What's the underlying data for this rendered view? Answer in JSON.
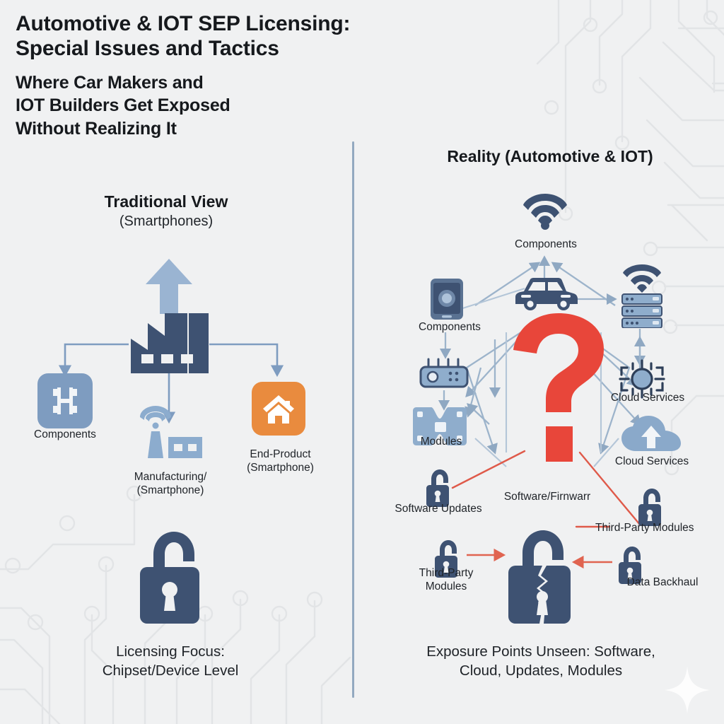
{
  "meta": {
    "background": "#f0f1f2",
    "navy": "#3e5272",
    "navy_dark": "#33415c",
    "blue_mid": "#7e9cc0",
    "blue_light": "#a8c0da",
    "orange": "#e98b3e",
    "red": "#e8463a",
    "divider": "#93a9c0",
    "text": "#1f2328"
  },
  "title": {
    "line1": "Automotive & IOT SEP Licensing:",
    "line2": "Special Issues and Tactics",
    "sub1": "Where Car Makers and",
    "sub2": "IOT Builders Get Exposed",
    "sub3": "Without Realizing It"
  },
  "left_panel": {
    "heading": "Traditional View",
    "subheading": "(Smartphones)",
    "nodes": [
      {
        "id": "components",
        "label": "Components",
        "icon": "microchip-icon"
      },
      {
        "id": "manufacturing",
        "label": "Manufacturing/",
        "label2": "(Smartphone)",
        "icon": "factory-antenna-icon"
      },
      {
        "id": "end-product",
        "label": "End-Product",
        "label2": "(Smartphone)",
        "icon": "house-icon"
      },
      {
        "id": "factory",
        "label": "",
        "icon": "factory-icon"
      }
    ],
    "lock_icon": "open-padlock-icon",
    "caption_line1": "Licensing Focus:",
    "caption_line2": "Chipset/Device Level"
  },
  "right_panel": {
    "heading": "Reality (Automotive & IOT)",
    "center_icon": "red-question-mark",
    "nodes": [
      {
        "id": "wifi-components",
        "label": "Components",
        "icon": "wifi-icon"
      },
      {
        "id": "phone-components",
        "label": "Components",
        "icon": "smartphone-icon"
      },
      {
        "id": "car",
        "label": "",
        "icon": "car-icon"
      },
      {
        "id": "server",
        "label": "",
        "icon": "server-stack-wifi-icon"
      },
      {
        "id": "router",
        "label": "",
        "icon": "router-icon"
      },
      {
        "id": "modules",
        "label": "Modules",
        "icon": "module-board-icon"
      },
      {
        "id": "iot-hub",
        "label": "Cloud Services",
        "icon": "iot-chip-icon"
      },
      {
        "id": "cloud",
        "label": "Cloud Services",
        "icon": "cloud-upload-icon"
      },
      {
        "id": "software-updates",
        "label": "Software Updates",
        "icon": "open-padlock-icon"
      },
      {
        "id": "software-firmware",
        "label": "Software/Firnwarr",
        "icon": ""
      },
      {
        "id": "third-party-right",
        "label": "Third-Party Modules",
        "icon": "open-padlock-icon"
      },
      {
        "id": "third-party-left",
        "label": "Third-Party",
        "label2": "Modules",
        "icon": "open-padlock-icon"
      },
      {
        "id": "data-backhaul",
        "label": "Data Backhaul",
        "icon": "open-padlock-icon"
      }
    ],
    "broken_lock_icon": "broken-padlock-icon",
    "caption_line1": "Exposure Points Unseen: Software,",
    "caption_line2": "Cloud, Updates, Modules"
  }
}
